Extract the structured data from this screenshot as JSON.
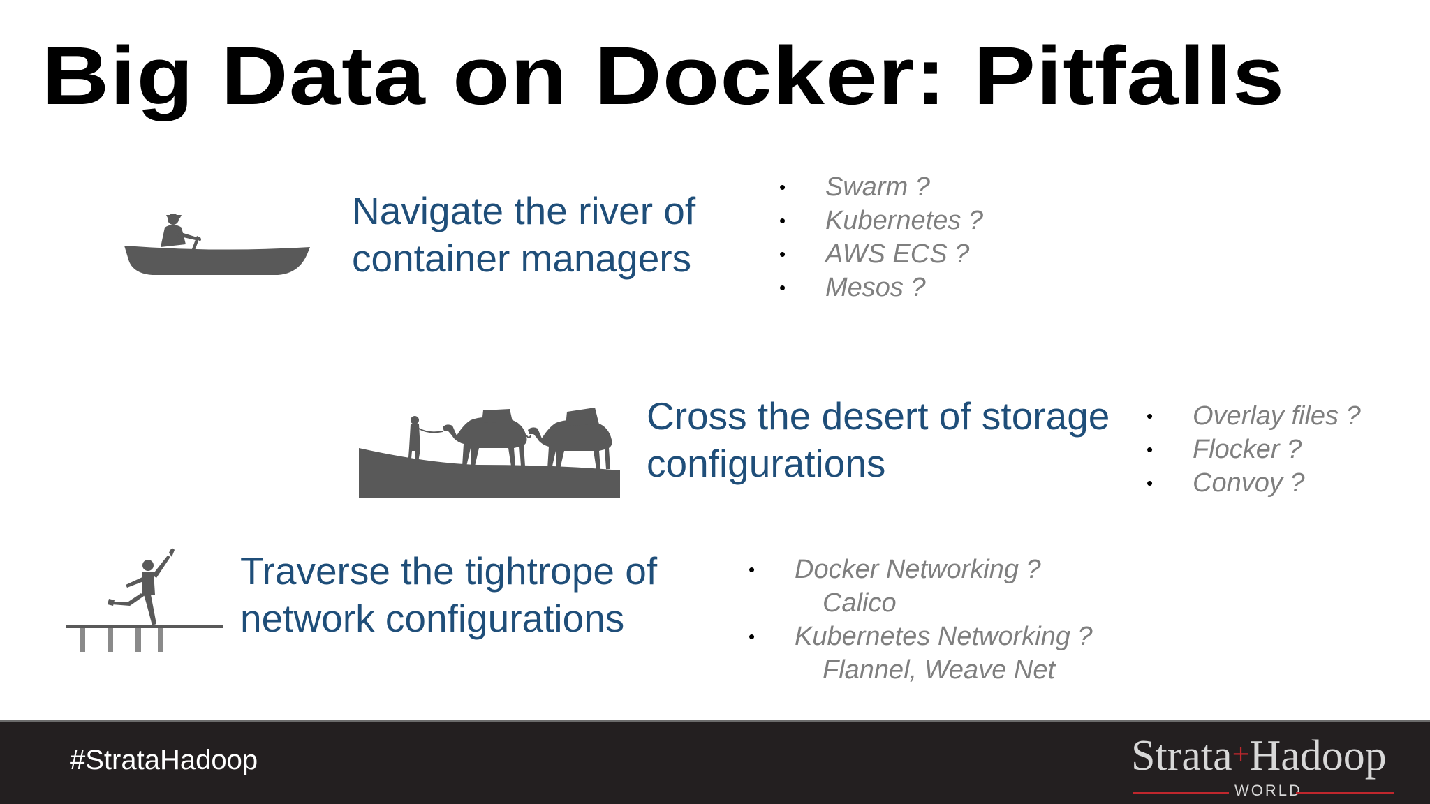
{
  "slide": {
    "title": "Big Data on Docker: Pitfalls",
    "sections": [
      {
        "heading_lines": [
          "Navigate the river of",
          "container managers"
        ],
        "image": "canoe-rower-silhouette",
        "bullets": [
          "Swarm ?",
          "Kubernetes ?",
          "AWS ECS ?",
          "Mesos ?"
        ]
      },
      {
        "heading_lines": [
          "Cross the desert of storage",
          "configurations"
        ],
        "image": "camel-caravan-silhouette",
        "bullets": [
          "Overlay files ?",
          "Flocker ?",
          "Convoy ?"
        ]
      },
      {
        "heading_lines": [
          "Traverse the tightrope of",
          "network configurations"
        ],
        "image": "tightrope-walker-silhouette",
        "bullets": [
          {
            "text": "Docker Networking ?",
            "sub": "Calico"
          },
          {
            "text": "Kubernetes Networking ?",
            "sub": "Flannel, Weave Net"
          }
        ]
      }
    ],
    "bullet_glyph": "•"
  },
  "footer": {
    "hashtag": "#StrataHadoop",
    "logo": {
      "word1": "Strata",
      "plus": "+",
      "word2": "Hadoop",
      "sub": "WORLD"
    }
  },
  "colors": {
    "title": "#000000",
    "heading": "#1f4e79",
    "bullet_text": "#7f7f7f",
    "footer_bg": "#231f20",
    "logo_accent": "#c0272d"
  }
}
